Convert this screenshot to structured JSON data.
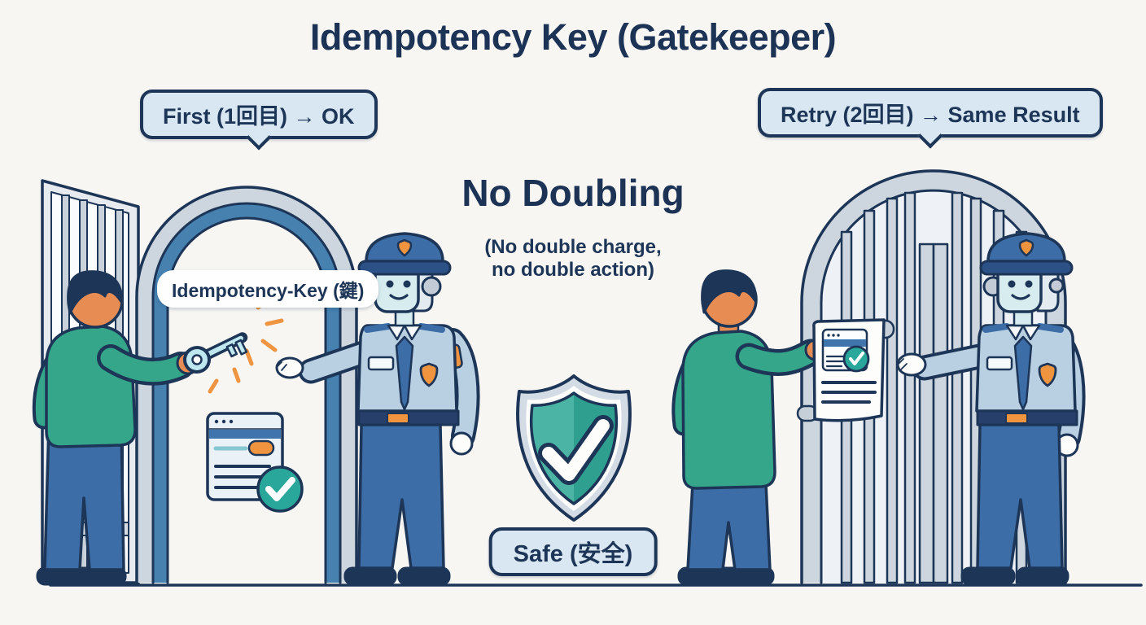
{
  "page": {
    "title": "Idempotency Key (Gatekeeper)"
  },
  "first_scene": {
    "bubble_label": "First (1回目) → OK",
    "key_label": "Idempotency-Key (鍵)"
  },
  "retry_scene": {
    "bubble_label": "Retry (2回目) → Same Result"
  },
  "center": {
    "heading": "No Doubling",
    "sub_line1": "(No double charge,",
    "sub_line2": "no double action)",
    "safe_label": "Safe (安全)"
  },
  "icons": {
    "key-icon": "old-style key with round bow",
    "sparkle-icon": "orange burst rays",
    "shield-check-icon": "teal shield with white checkmark",
    "browser-check-icon": "browser window card with teal check badge",
    "document-scroll-icon": "scroll showing request receipt with check",
    "robot-gatekeeper-icon": "robot security guard in uniform",
    "gate-icon": "arched gate (open left, closed right)"
  },
  "colors": {
    "background": "#f7f6f3",
    "navy_outline": "#1d3557",
    "title_navy": "#1c3356",
    "bubble_blue": "#d9e7f2",
    "door_blue": "#4681b0",
    "silver": "#cdd6de",
    "teal_green_sweater": "#35a689",
    "shield_teal": "#2f9f90",
    "check_teal": "#2aa79b",
    "orange": "#f09440",
    "skin": "#e78c53",
    "pants_blue": "#3c6da6",
    "robot_shirt": "#b9d0e3",
    "robot_face": "#d6ecee"
  }
}
